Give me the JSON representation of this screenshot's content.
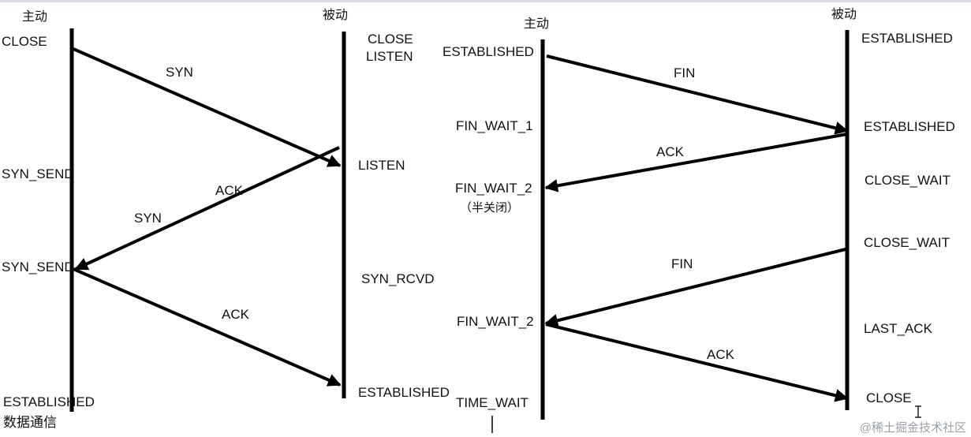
{
  "handshake": {
    "client_role": "主动",
    "server_role": "被动",
    "client_states": [
      "CLOSE",
      "SYN_SEND",
      "SYN_SEND",
      "ESTABLISHED",
      "数据通信"
    ],
    "server_states": [
      "CLOSE",
      "LISTEN",
      "LISTEN",
      "SYN_RCVD",
      "ESTABLISHED"
    ],
    "messages": [
      "SYN",
      "ACK",
      "SYN",
      "ACK"
    ]
  },
  "teardown": {
    "client_role": "主动",
    "server_role": "被动",
    "client_states": [
      "ESTABLISHED",
      "FIN_WAIT_1",
      "FIN_WAIT_2",
      "（半关闭）",
      "FIN_WAIT_2",
      "TIME_WAIT"
    ],
    "server_states": [
      "ESTABLISHED",
      "ESTABLISHED",
      "CLOSE_WAIT",
      "CLOSE_WAIT",
      "LAST_ACK",
      "CLOSE"
    ],
    "messages": [
      "FIN",
      "ACK",
      "FIN",
      "ACK"
    ]
  },
  "watermark": "@稀土掘金技术社区"
}
